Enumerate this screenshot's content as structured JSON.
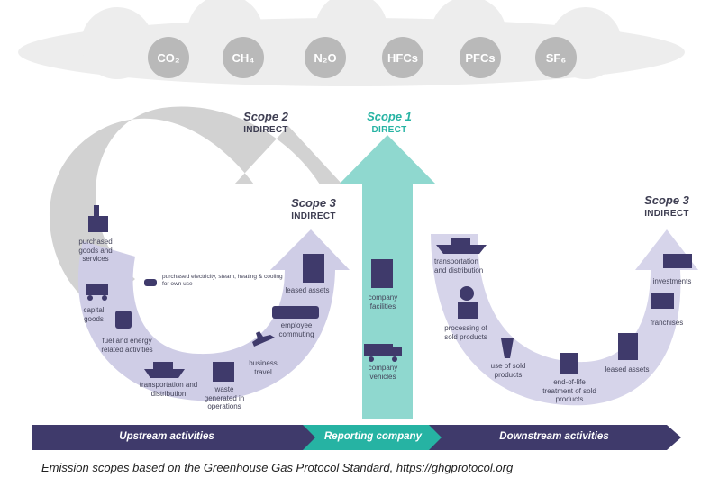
{
  "gases": [
    "CO₂",
    "CH₄",
    "N₂O",
    "HFCs",
    "PFCs",
    "SF₆"
  ],
  "scopes": {
    "scope2": {
      "title": "Scope 2",
      "subtitle": "INDIRECT"
    },
    "scope1": {
      "title": "Scope 1",
      "subtitle": "DIRECT"
    },
    "scope3_up": {
      "title": "Scope 3",
      "subtitle": "INDIRECT"
    },
    "scope3_down": {
      "title": "Scope 3",
      "subtitle": "INDIRECT"
    }
  },
  "upstream_items": {
    "purchased_goods": "purchased goods and services",
    "capital_goods": "capital goods",
    "fuel_energy": "fuel and energy related activities",
    "transportation": "transportation and distribution",
    "waste": "waste generated in operations",
    "business_travel": "business travel",
    "employee_commuting": "employee commuting",
    "leased_assets": "leased assets",
    "purchased_electricity": "purchased electricity, steam, heating & cooling for own use"
  },
  "direct_items": {
    "company_facilities": "company facilities",
    "company_vehicles": "company vehicles"
  },
  "downstream_items": {
    "transportation": "transportation and distribution",
    "processing": "processing of sold products",
    "use_of_sold": "use of sold products",
    "end_of_life": "end-of-life treatment of sold products",
    "leased_assets": "leased assets",
    "franchises": "franchises",
    "investments": "investments"
  },
  "bar": {
    "upstream": "Upstream activities",
    "reporting": "Reporting company",
    "downstream": "Downstream activities"
  },
  "caption": "Emission scopes based on the Greenhouse Gas Protocol Standard, https://ghgprotocol.org",
  "colors": {
    "purple_dark": "#3f3a6b",
    "purple_light": "#cfcde6",
    "teal": "#26b3a3",
    "gray": "#c9c9c9",
    "cloud": "#ececec"
  }
}
